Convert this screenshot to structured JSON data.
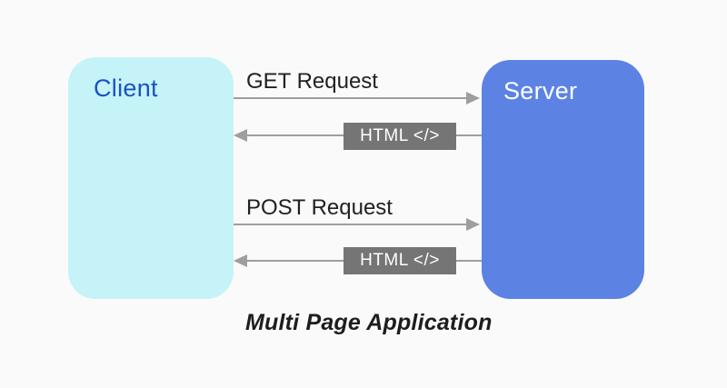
{
  "page": {
    "background_color": "#fafafa"
  },
  "diagram": {
    "caption": "Multi Page Application",
    "client": {
      "label": "Client",
      "fill_color": "#c5f3f8",
      "label_color": "#1a53c0"
    },
    "server": {
      "label": "Server",
      "fill_color": "#5c83e4",
      "label_color": "#ffffff"
    },
    "flows": [
      {
        "kind": "request",
        "direction": "client-to-server",
        "label": "GET Request"
      },
      {
        "kind": "response",
        "direction": "server-to-client",
        "label": "HTML </>",
        "badge": true
      },
      {
        "kind": "request",
        "direction": "client-to-server",
        "label": "POST Request"
      },
      {
        "kind": "response",
        "direction": "server-to-client",
        "label": "HTML </>",
        "badge": true
      }
    ],
    "colors": {
      "arrow": "#9e9e9e",
      "badge_background": "#757575",
      "badge_text": "#ffffff",
      "flow_label_text": "#212121",
      "caption_text": "#1d1d1d"
    }
  }
}
